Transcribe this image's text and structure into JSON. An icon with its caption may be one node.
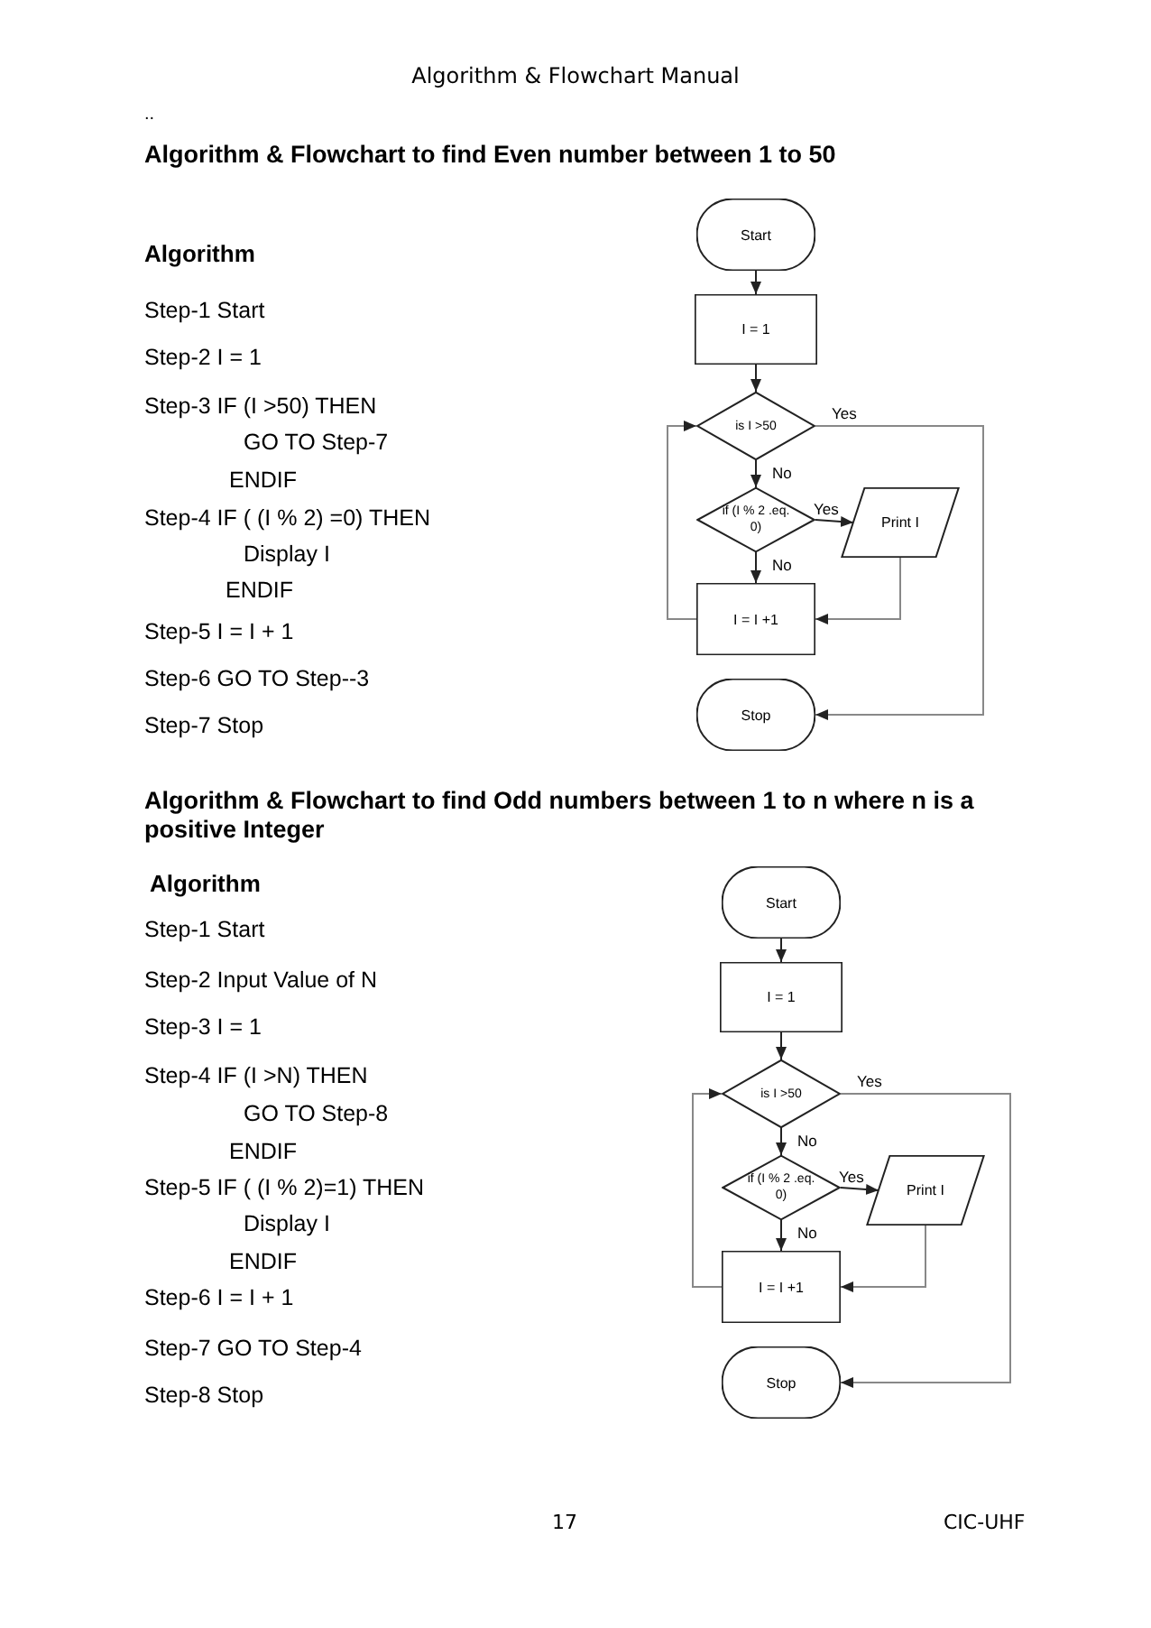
{
  "diagram": {
    "nodes": [
      {
        "text": [
          "Start"
        ]
      },
      {
        "text": [
          "I = 1"
        ]
      },
      {
        "text": [
          "is I >50"
        ]
      },
      {
        "text": [
          "if (I % 2 .eq. 0)"
        ]
      },
      {
        "text": [
          "Print I"
        ]
      },
      {
        "text": [
          "I = I +1"
        ]
      },
      {
        "text": [
          "Stop"
        ]
      },
      {
        "text": [
          "Start"
        ]
      },
      {
        "text": [
          "I = 1"
        ]
      },
      {
        "text": [
          "is I >50"
        ]
      },
      {
        "text": [
          "if (I % 2 .eq. 0)"
        ]
      },
      {
        "text": [
          "Print I"
        ]
      },
      {
        "text": [
          "I = I +1"
        ]
      },
      {
        "text": [
          "Stop"
        ]
      }
    ],
    "edges": [
      {
        "from": 0,
        "to": 1,
        "arrow": "to"
      },
      {
        "from": 1,
        "to": 2,
        "arrow": "to"
      },
      {
        "from": 2,
        "to": 3,
        "arrow": "to",
        "label": "No"
      },
      {
        "from": 3,
        "to": 4,
        "arrow": "to",
        "label": "Yes"
      },
      {
        "from": 3,
        "to": 5,
        "arrow": "to",
        "label": "No"
      },
      {
        "from": 4,
        "to": 5,
        "arrow": "to",
        "color": "#888888"
      },
      {
        "from": 5,
        "to": 2,
        "arrow": "to",
        "color": "#888888"
      },
      {
        "from": 2,
        "to": 6,
        "arrow": "to",
        "label": "Yes",
        "color": "#888888"
      },
      {
        "from": 7,
        "to": 8,
        "arrow": "to"
      },
      {
        "from": 8,
        "to": 9,
        "arrow": "to"
      },
      {
        "from": 9,
        "to": 10,
        "arrow": "to",
        "label": "No"
      },
      {
        "from": 10,
        "to": 11,
        "arrow": "to",
        "label": "Yes"
      },
      {
        "from": 10,
        "to": 12,
        "arrow": "to",
        "label": "No"
      },
      {
        "from": 11,
        "to": 12,
        "arrow": "to",
        "color": "#888888"
      },
      {
        "from": 12,
        "to": 9,
        "arrow": "to",
        "color": "#888888"
      },
      {
        "from": 9,
        "to": 13,
        "arrow": "to",
        "label": "Yes",
        "color": "#888888"
      }
    ],
    "labels": [
      "Algorithm & Flowchart Manual",
      "..",
      "Algorithm & Flowchart to find Even number between 1 to 50",
      "Algorithm",
      "Step-1 Start",
      "Step-2 I = 1",
      "Step-3 IF (I >50) THEN",
      "GO TO Step-7",
      "ENDIF",
      "Step-4 IF ( (I % 2) =0) THEN",
      "Display I",
      "ENDIF",
      "Step-5 I = I + 1",
      "Step-6 GO TO Step--3",
      "Step-7 Stop",
      "Algorithm & Flowchart to find Odd numbers between 1 to n where n is a positive Integer",
      "Algorithm",
      "Step-1 Start",
      "Step-2 Input Value of N",
      "Step-3 I = 1",
      "Step-4 IF (I >N) THEN",
      "GO TO Step-8",
      "ENDIF",
      "Step-5 IF ( (I % 2)=1) THEN",
      "Display I",
      "ENDIF",
      "Step-6 I = I + 1",
      "Step-7 GO TO Step-4",
      "Step-8 Stop",
      "17",
      "CIC-UHF"
    ]
  }
}
